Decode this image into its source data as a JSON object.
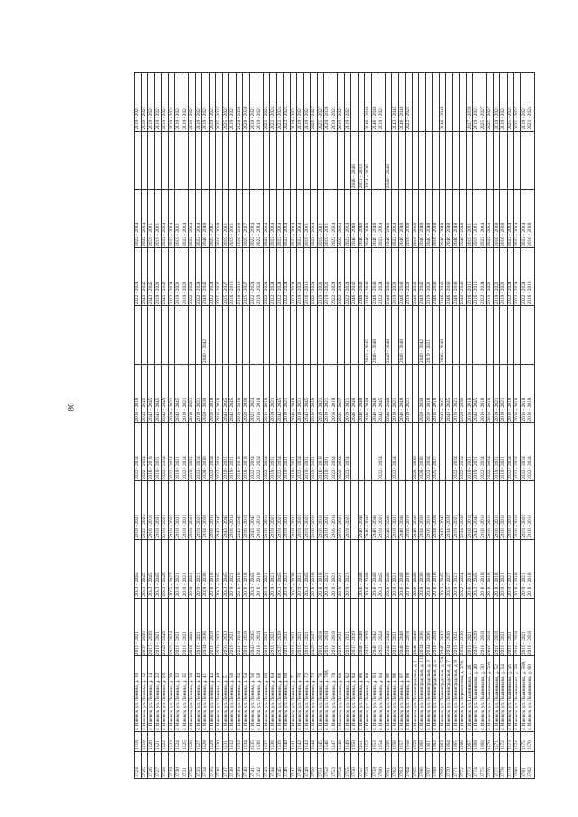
{
  "page_number": "86",
  "rows": [
    {
      "id": "3724",
      "no": "1618",
      "addr": "г. Ижевск, ул. Ленина, д. 10",
      "y": [
        "2019 - 2021",
        "2043 - 2045",
        "2019 - 2021",
        "2022 - 2024",
        "2016 - 2018",
        "",
        "2022 - 2024",
        "2022 - 2024",
        "",
        "2019 - 2021"
      ]
    },
    {
      "id": "3725",
      "no": "1619",
      "addr": "г. Ижевск, ул. Ленина, д. 12",
      "y": [
        "2037 - 2039",
        "2043 - 2045",
        "2022 - 2024",
        "2022 - 2024",
        "2043 - 2045",
        "",
        "2043 - 2045",
        "2022 - 2024",
        "",
        "2019 - 2021"
      ]
    },
    {
      "id": "3726",
      "no": "1620",
      "addr": "г. Ижевск, ул. Ленина, д. 14",
      "y": [
        "2017 - 2039",
        "2043 - 2045",
        "2016 - 2018",
        "2016 - 2018",
        "2043 - 2045",
        "",
        "2043 - 2045",
        "2019 - 2021",
        "",
        "2019 - 2021"
      ]
    },
    {
      "id": "3727",
      "no": "1621",
      "addr": "г. Ижевск, ул. Ленина, д. 22",
      "y": [
        "2019 - 2021",
        "2043 - 2045",
        "2019 - 2021",
        "2019 - 2021",
        "2043 - 2045",
        "",
        "2019 - 2021",
        "2019 - 2021",
        "",
        "2019 - 2021"
      ]
    },
    {
      "id": "3728",
      "no": "1622",
      "addr": "г. Ижевск, ул. Ленина, д. 25",
      "y": [
        "2043 - 2045",
        "2043 - 2045",
        "2019 - 2021",
        "2022 - 2024",
        "2043 - 2045",
        "",
        "2043 - 2045",
        "2022 - 2024",
        "",
        "2019 - 2021"
      ]
    },
    {
      "id": "3729",
      "no": "1623",
      "addr": "г. Ижевск, ул. Ленина, д. 29",
      "y": [
        "2022 - 2024",
        "2025 - 2027",
        "2019 - 2021",
        "2022 - 2024",
        "2019 - 2021",
        "",
        "2022 - 2024",
        "2022 - 2024",
        "",
        "2019 - 2021"
      ]
    },
    {
      "id": "3730",
      "no": "1624",
      "addr": "г. Ижевск, ул. Ленина, д. 33",
      "y": [
        "2019 - 2021",
        "2019 - 2021",
        "2019 - 2021",
        "2019 - 2021",
        "2043 - 2045",
        "",
        "2019 - 2021",
        "2019 - 2021",
        "",
        "2019 - 2021"
      ]
    },
    {
      "id": "3731",
      "no": "1625",
      "addr": "г. Ижевск, ул. Ленина, д. 35",
      "y": [
        "2019 - 2021",
        "2019 - 2021",
        "2019 - 2021",
        "2022 - 2024",
        "2019 - 2021",
        "",
        "2019 - 2021",
        "2022 - 2024",
        "",
        "2019 - 2021"
      ]
    },
    {
      "id": "3732",
      "no": "1626",
      "addr": "г. Ижевск, ул. Ленина, д. 38",
      "y": [
        "2019 - 2021",
        "2019 - 2021",
        "2019 - 2021",
        "2019 - 2021",
        "2019 - 2021",
        "",
        "2022 - 2024",
        "2022 - 2024",
        "",
        "2019 - 2021"
      ]
    },
    {
      "id": "3733",
      "no": "1627",
      "addr": "г. Ижевск, ул. Ленина, д. 40",
      "y": [
        "2019 - 2021",
        "2019 - 2021",
        "2019 - 2021",
        "2022 - 2024",
        "2019 - 2021",
        "",
        "2022 - 2024",
        "2022 - 2024",
        "",
        "2019 - 2021"
      ]
    },
    {
      "id": "3734",
      "no": "1628",
      "addr": "г. Ижевск, ул. Ленина, д. 41",
      "y": [
        "2034 - 2036",
        "2028 - 2030",
        "2034 - 2036",
        "2028 - 2030",
        "2028 - 2030",
        "2040 - 2042",
        "2040 - 2042",
        "2046 - 2048",
        "",
        "2019 - 2021"
      ]
    },
    {
      "id": "3735",
      "no": "1629",
      "addr": "г. Ижевск, ул. Ленина, д. 42",
      "y": [
        "2016 - 2018",
        "2016 - 2018",
        "2016 - 2018",
        "2022 - 2024",
        "2016 - 2018",
        "",
        "2022 - 2024",
        "2025 - 2027",
        "",
        "2019 - 2021"
      ]
    },
    {
      "id": "3736",
      "no": "1630",
      "addr": "г. Ижевск, ул. Ленина, д. 48",
      "y": [
        "2031 - 2033",
        "2043 - 2045",
        "2043 - 2045",
        "2022 - 2024",
        "2016 - 2018",
        "",
        "2025 - 2027",
        "2016 - 2018",
        "",
        "2025 - 2027"
      ]
    },
    {
      "id": "3737",
      "no": "1631",
      "addr": "г. Ижевск, ул. Ленина, д. 5",
      "y": [
        "2031 - 2033",
        "2043 - 2045",
        "2043 - 2045",
        "2019 - 2021",
        "2043 - 2045",
        "",
        "2025 - 2027",
        "2019 - 2021",
        "",
        "2025 - 2027"
      ]
    },
    {
      "id": "3738",
      "no": "1632",
      "addr": "г. Ижевск, ул. Ленина, д. 50",
      "y": [
        "2019 - 2021",
        "2019 - 2021",
        "2016 - 2018",
        "2019 - 2021",
        "2043 - 2045",
        "",
        "2016 - 2018",
        "2019 - 2021",
        "",
        "2019 - 2021"
      ]
    },
    {
      "id": "3739",
      "no": "1633",
      "addr": "г. Ижевск, ул. Ленина, д. 52",
      "y": [
        "2016 - 2018",
        "2016 - 2018",
        "2043 - 2045",
        "2016 - 2018",
        "2016 - 2018",
        "",
        "2016 - 2018",
        "2016 - 2018",
        "",
        "2028 - 2030"
      ]
    },
    {
      "id": "3740",
      "no": "1634",
      "addr": "г. Ижевск, ул. Ленина, д. 54",
      "y": [
        "2016 - 2018",
        "2016 - 2018",
        "2016 - 2018",
        "2016 - 2018",
        "2028 - 2030",
        "",
        "2025 - 2027",
        "2025 - 2027",
        "",
        "2028 - 2030"
      ]
    },
    {
      "id": "3741",
      "no": "1635",
      "addr": "г. Ижевск, ул. Ленина, д. 56",
      "y": [
        "2043 - 2045",
        "2043 - 2045",
        "2043 - 2045",
        "2022 - 2024",
        "2022 - 2024",
        "",
        "2022 - 2024",
        "2022 - 2024",
        "",
        "2019 - 2021"
      ]
    },
    {
      "id": "3742",
      "no": "1636",
      "addr": "г. Ижевск, ул. Ленина, д. 58",
      "y": [
        "2016 - 2018",
        "2016 - 2018",
        "2016 - 2018",
        "2022 - 2024",
        "2016 - 2018",
        "",
        "2019 - 2021",
        "2022 - 2024",
        "",
        "2019 - 2021"
      ]
    },
    {
      "id": "3743",
      "no": "1637",
      "addr": "г. Ижевск, ул. Ленина, д. 60",
      "y": [
        "2019 - 2021",
        "2019 - 2021",
        "2016 - 2018",
        "2022 - 2024",
        "2016 - 2018",
        "",
        "2022 - 2024",
        "2022 - 2024",
        "",
        "2022 - 2024"
      ]
    },
    {
      "id": "3744",
      "no": "1638",
      "addr": "г. Ижевск, ул. Ленина, д. 64",
      "y": [
        "2019 - 2021",
        "2019 - 2021",
        "2019 - 2021",
        "2019 - 2021",
        "2019 - 2021",
        "",
        "2022 - 2024",
        "2022 - 2024",
        "",
        "2022 - 2024"
      ]
    },
    {
      "id": "3745",
      "no": "1639",
      "addr": "г. Ижевск, ул. Ленина, д. 66",
      "y": [
        "2037 - 2039",
        "2043 - 2045",
        "2019 - 2021",
        "2022 - 2024",
        "2043 - 2045",
        "",
        "2022 - 2024",
        "2022 - 2024",
        "",
        "2022 - 2024"
      ]
    },
    {
      "id": "3746",
      "no": "1640",
      "addr": "г. Ижевск, ул. Ленина, д. 68",
      "y": [
        "2019 - 2021",
        "2019 - 2021",
        "2019 - 2021",
        "2019 - 2021",
        "2019 - 2021",
        "",
        "2022 - 2024",
        "2022 - 2024",
        "",
        "2022 - 2024"
      ]
    },
    {
      "id": "3747",
      "no": "1641",
      "addr": "г. Ижевск, ул. Ленина, д. 7",
      "y": [
        "2019 - 2021",
        "2037 - 2039",
        "2019 - 2021",
        "2019 - 2021",
        "2046 - 2048",
        "",
        "2022 - 2024",
        "2022 - 2024",
        "",
        "2019 - 2021"
      ]
    },
    {
      "id": "3748",
      "no": "1642",
      "addr": "г. Ижевск, ул. Ленина, д. 70",
      "y": [
        "2019 - 2021",
        "2019 - 2021",
        "2019 - 2021",
        "2022 - 2024",
        "2019 - 2021",
        "",
        "2019 - 2021",
        "2022 - 2024",
        "",
        "2019 - 2021"
      ]
    },
    {
      "id": "3749",
      "no": "1643",
      "addr": "г. Ижевск, ул. Ленина, д. 72",
      "y": [
        "2019 - 2021",
        "2043 - 2045",
        "2019 - 2021",
        "2019 - 2021",
        "2043 - 2045",
        "",
        "2016 - 2018",
        "2019 - 2021",
        "",
        "2019 - 2021"
      ]
    },
    {
      "id": "3750",
      "no": "1644",
      "addr": "г. Ижевск, ул. Ленина, д. 73",
      "y": [
        "2025 - 2027",
        "2016 - 2018",
        "2016 - 2018",
        "2019 - 2021",
        "2016 - 2018",
        "",
        "2022 - 2024",
        "2022 - 2024",
        "",
        "2025 - 2027"
      ]
    },
    {
      "id": "3751",
      "no": "1645",
      "addr": "г. Ижевск, ул. Ленина, д. 76",
      "y": [
        "2016 - 2018",
        "2016 - 2018",
        "2016 - 2018",
        "2016 - 2018",
        "2019 - 2021",
        "",
        "2019 - 2021",
        "2019 - 2021",
        "",
        "2025 - 2027"
      ]
    },
    {
      "id": "3752",
      "no": "1646",
      "addr": "г. Ижевск, ул. Ленина, д. 76А",
      "y": [
        "2016 - 2018",
        "2019 - 2021",
        "2019 - 2021",
        "2019 - 2021",
        "2019 - 2021",
        "",
        "2019 - 2021",
        "2019 - 2021",
        "",
        "2028 - 2030"
      ]
    },
    {
      "id": "3753",
      "no": "1647",
      "addr": "г. Ижевск, ул. Ленина, д. 78",
      "y": [
        "2016 - 2018",
        "2019 - 2021",
        "2016 - 2018",
        "2022 - 2024",
        "2016 - 2018",
        "",
        "2022 - 2024",
        "2022 - 2024",
        "",
        "2019 - 2021"
      ]
    },
    {
      "id": "3754",
      "no": "1648",
      "addr": "г. Ижевск, ул. Ленина, д. 80",
      "y": [
        "2019 - 2021",
        "2019 - 2021",
        "2019 - 2021",
        "2022 - 2024",
        "2025 - 2027",
        "",
        "2022 - 2024",
        "2022 - 2024",
        "",
        "2019 - 2021"
      ]
    },
    {
      "id": "3755",
      "no": "1649",
      "addr": "г. Ижевск, ул. Ленина, д. 82",
      "y": [
        "2019 - 2021",
        "2019 - 2021",
        "2019 - 2021",
        "2022 - 2024",
        "2019 - 2021",
        "",
        "2022 - 2024",
        "2022 - 2024",
        "",
        "2019 - 2021"
      ]
    },
    {
      "id": "3756",
      "no": "1650",
      "addr": "г. Ижевск, ул. Ленина, д. 84",
      "y": [
        "2037 - 2039",
        "",
        "",
        "",
        "2046 - 2048",
        "",
        "2046 - 2048",
        "2046 - 2048",
        "2046 - 2048",
        ""
      ]
    },
    {
      "id": "3757",
      "no": "1651",
      "addr": "г. Ижевск, ул. Ленина, д. 86",
      "y": [
        "2046 - 2048",
        "2046 - 2048",
        "2046 - 2048",
        "",
        "2046 - 2048",
        "",
        "2046 - 2048",
        "2046 - 2048",
        "2031 - 2033",
        ""
      ]
    },
    {
      "id": "3758",
      "no": "1652",
      "addr": "г. Ижевск, ул. Ленина, д. 88",
      "y": [
        "2037 - 2039",
        "2046 - 2048",
        "2046 - 2048",
        "",
        "2046 - 2048",
        "2043 - 2045",
        "2046 - 2048",
        "2046 - 2048",
        "2034 - 2036",
        "2046 - 2048"
      ]
    },
    {
      "id": "3759",
      "no": "1653",
      "addr": "г. Ижевск, ул. Ленина, д. 93",
      "y": [
        "2040 - 2042",
        "2046 - 2048",
        "2046 - 2048",
        "",
        "2046 - 2048",
        "2046 - 2048",
        "2046 - 2048",
        "2046 - 2048",
        "",
        "2046 - 2048"
      ]
    },
    {
      "id": "3760",
      "no": "1654",
      "addr": "г. Ижевск, ул. Ленина, д. 94",
      "y": [
        "2022 - 2024",
        "2043 - 2045",
        "2019 - 2021",
        "2022 - 2024",
        "2043 - 2045",
        "",
        "2022 - 2024",
        "2022 - 2024",
        "",
        "2019 - 2021"
      ]
    },
    {
      "id": "3761",
      "no": "1655",
      "addr": "г. Ижевск, ул. Ленина, д. 95",
      "y": [
        "2046 - 2048",
        "2046 - 2048",
        "2046 - 2048",
        "",
        "2046 - 2048",
        "2046 - 2048",
        "2046 - 2048",
        "2046 - 2048",
        "2046 - 2048",
        ""
      ]
    },
    {
      "id": "3762",
      "no": "1656",
      "addr": "г. Ижевск, ул. Ленина, д. 96",
      "y": [
        "2019 - 2021",
        "2019 - 2021",
        "2019 - 2021",
        "2022 - 2024",
        "2019 - 2021",
        "",
        "2019 - 2021",
        "2022 - 2024",
        "",
        "2043 - 2045"
      ]
    },
    {
      "id": "3763",
      "no": "1657",
      "addr": "г. Ижевск, ул. Ленина, д. 97",
      "y": [
        "2046 - 2048",
        "2046 - 2048",
        "2046 - 2048",
        "",
        "2046 - 2048",
        "2046 - 2048",
        "2046 - 2048",
        "2046 - 2048",
        "",
        "2046 - 2048"
      ]
    },
    {
      "id": "3764",
      "no": "1658",
      "addr": "г. Ижевск, ул. Ленина, д. 98",
      "y": [
        "2016 - 2018",
        "2016 - 2018",
        "2016 - 2018",
        "",
        "2019 - 2021",
        "",
        "2019 - 2021",
        "2016 - 2018",
        "",
        "2022 - 2024"
      ]
    },
    {
      "id": "3765",
      "no": "1659",
      "addr": "г. Ижевск, ул. Ленинградская, д. 1",
      "y": [
        "2046 - 2048",
        "2046 - 2048",
        "2046 - 2048",
        "2028 - 2030",
        "",
        "",
        "2046 - 2048",
        "2016 - 2018",
        "",
        ""
      ]
    },
    {
      "id": "3766",
      "no": "1660",
      "addr": "г. Ижевск, ул. Ленинградская, д. 118",
      "y": [
        "2034 - 2036",
        "2028 - 2030",
        "2034 - 2036",
        "2028 - 2030",
        "2028 - 2030",
        "2040 - 2042",
        "2040 - 2042",
        "2040 - 2048",
        "",
        ""
      ]
    },
    {
      "id": "3767",
      "no": "1661",
      "addr": "г. Ижевск, ул. Ленинградская, д. 3",
      "y": [
        "2034 - 2036",
        "2046 - 2048",
        "2016 - 2018",
        "2022 - 2024",
        "2016 - 2018",
        "2019 - 2021",
        "2019 - 2021",
        "2040 - 2048",
        "",
        ""
      ]
    },
    {
      "id": "3768",
      "no": "1662",
      "addr": "г. Ижевск, ул. Ленинградская, д. 5",
      "y": [
        "2016 - 2018",
        "2016 - 2018",
        "2034 - 2036",
        "2025 - 2027",
        "2016 - 2018",
        "",
        "2046 - 2048",
        "2016 - 2018",
        "",
        ""
      ]
    },
    {
      "id": "3769",
      "no": "1663",
      "addr": "г. Ижевск, ул. Ленинградская, д. 5А",
      "y": [
        "2040 - 2042",
        "2043 - 2045",
        "2043 - 2045",
        "",
        "2043 - 2045",
        "2046 - 2048",
        "2046 - 2048",
        "2046 - 2048",
        "",
        "2046 - 2048"
      ]
    },
    {
      "id": "3770",
      "no": "1664",
      "addr": "г. Ижевск, ул. Ленинградская, д. 7",
      "y": [
        "2034 - 2036",
        "2025 - 2027",
        "2034 - 2036",
        "",
        "2043 - 2045",
        "",
        "2046 - 2048",
        "2046 - 2048",
        "",
        ""
      ]
    },
    {
      "id": "3771",
      "no": "1665",
      "addr": "г. Ижевск, ул. Ленинградская, д. 9",
      "y": [
        "2019 - 2021",
        "2019 - 2021",
        "2019 - 2021",
        "2022 - 2024",
        "2019 - 2021",
        "",
        "2046 - 2048",
        "2046 - 2048",
        "",
        ""
      ]
    },
    {
      "id": "3772",
      "no": "1666",
      "addr": "г. Ижевск, ул. Лермонтова, д. 27А",
      "y": [
        "2034 - 2036",
        "2022 - 2024",
        "2034 - 2036",
        "2022 - 2024",
        "2028 - 2030",
        "",
        "2046 - 2048",
        "2046 - 2048",
        "",
        ""
      ]
    },
    {
      "id": "3773",
      "no": "1667",
      "addr": "г. Ижевск, ул. Lыжникова, д. 46",
      "y": [
        "2019 - 2021",
        "2016 - 2018",
        "2016 - 2018",
        "2019 - 2021",
        "2016 - 2018",
        "",
        "2016 - 2018",
        "2019 - 2021",
        "",
        "2037 - 2039"
      ]
    },
    {
      "id": "3774",
      "no": "1668",
      "addr": "г. Ижевск, ул. Лыжникова, д. 48",
      "y": [
        "2037 - 2039",
        "2043 - 2045",
        "2043 - 2045",
        "2019 - 2021",
        "2043 - 2045",
        "",
        "2016 - 2018",
        "2019 - 2021",
        "",
        "2019 - 2021"
      ]
    },
    {
      "id": "3775",
      "no": "1669",
      "addr": "г. Ижевск, ул. Лыжникова, д. 50",
      "y": [
        "2016 - 2018",
        "2016 - 2018",
        "2016 - 2018",
        "2022 - 2024",
        "2016 - 2018",
        "",
        "2022 - 2024",
        "2022 - 2024",
        "",
        "2025 - 2027"
      ]
    },
    {
      "id": "3776",
      "no": "1670",
      "addr": "г. Ижевск, ул. Лыжникова, д. 50А",
      "y": [
        "2016 - 2018",
        "2016 - 2018",
        "2016 - 2018",
        "2022 - 2024",
        "2016 - 2018",
        "",
        "2019 - 2021",
        "2022 - 2024",
        "",
        "2025 - 2027"
      ]
    },
    {
      "id": "3777",
      "no": "1671",
      "addr": "г. Ижевск, ул. Лыжникова, д. 52",
      "y": [
        "2016 - 2018",
        "2016 - 2018",
        "2016 - 2018",
        "2019 - 2021",
        "2019 - 2021",
        "",
        "2019 - 2021",
        "2016 - 2018",
        "",
        "2019 - 2021"
      ]
    },
    {
      "id": "3778",
      "no": "1672",
      "addr": "г. Ижевск, ул. Лыжникова, д. 54",
      "y": [
        "2019 - 2021",
        "2019 - 2021",
        "2016 - 2018",
        "2019 - 2021",
        "2019 - 2021",
        "",
        "2019 - 2021",
        "2016 - 2018",
        "",
        "2019 - 2021"
      ]
    },
    {
      "id": "3779",
      "no": "1673",
      "addr": "г. Ижевск, ул. Лыжникова, д. 56",
      "y": [
        "2019 - 2021",
        "2019 - 2021",
        "2016 - 2018",
        "2022 - 2024",
        "2016 - 2018",
        "",
        "2022 - 2024",
        "2022 - 2024",
        "",
        "2025 - 2027"
      ]
    },
    {
      "id": "3780",
      "no": "1674",
      "addr": "г. Ижевск, ул. Лыжникова, д. 58",
      "y": [
        "2016 - 2018",
        "2016 - 2018",
        "2016 - 2018",
        "2022 - 2024",
        "2016 - 2018",
        "",
        "2022 - 2024",
        "2022 - 2024",
        "",
        "2025 - 2027"
      ]
    },
    {
      "id": "3781",
      "no": "1675",
      "addr": "г. Ижевск, ул. Лыжникова, д. 58А",
      "y": [
        "2019 - 2021",
        "2019 - 2021",
        "2019 - 2021",
        "2022 - 2024",
        "2016 - 2018",
        "",
        "2022 - 2024",
        "2022 - 2024",
        "",
        "2019 - 2021"
      ]
    },
    {
      "id": "3782",
      "no": "1676",
      "addr": "г. Ижевск, ул. Лыжникова, д. 60",
      "y": [
        "2016 - 2018",
        "2016 - 2018",
        "2016 - 2018",
        "2022 - 2024",
        "2016 - 2018",
        "",
        "2016 - 2018",
        "2016 - 2018",
        "",
        "2022 - 2024"
      ]
    }
  ]
}
